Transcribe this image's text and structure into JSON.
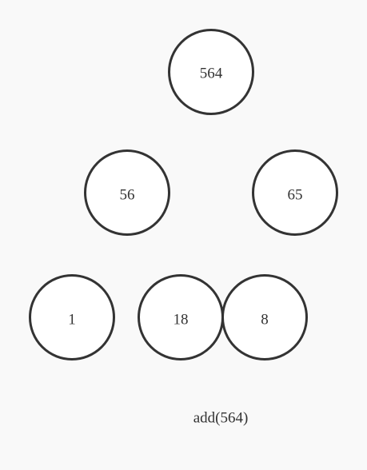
{
  "colors": {
    "background": "#f9f9f9",
    "node_fill": "#ffffff",
    "node_stroke": "#333333",
    "text": "#333333"
  },
  "tree": {
    "root": {
      "value": "564"
    },
    "level2": [
      {
        "value": "56"
      },
      {
        "value": "65"
      }
    ],
    "level3": [
      {
        "value": "1"
      },
      {
        "value": "18"
      },
      {
        "value": "8"
      }
    ]
  },
  "caption": "add(564)"
}
